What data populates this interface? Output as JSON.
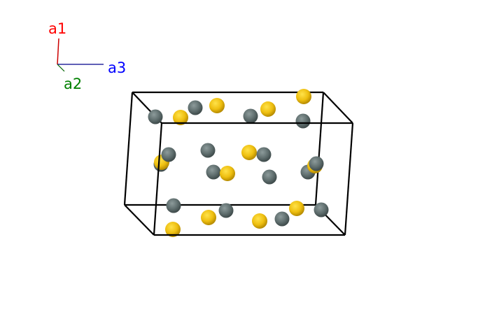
{
  "axes": {
    "a1": {
      "label": "a1",
      "color": "#ff0000"
    },
    "a2": {
      "label": "a2",
      "color": "#008000"
    },
    "a3": {
      "label": "a3",
      "color": "#0000ff"
    }
  },
  "species": {
    "grey": {
      "color": "#5f6e6e",
      "highlight": "#9aa8a8"
    },
    "yellow": {
      "color": "#e6b400",
      "highlight": "#ffe866"
    }
  },
  "cell": {
    "edge_color": "#000000"
  }
}
